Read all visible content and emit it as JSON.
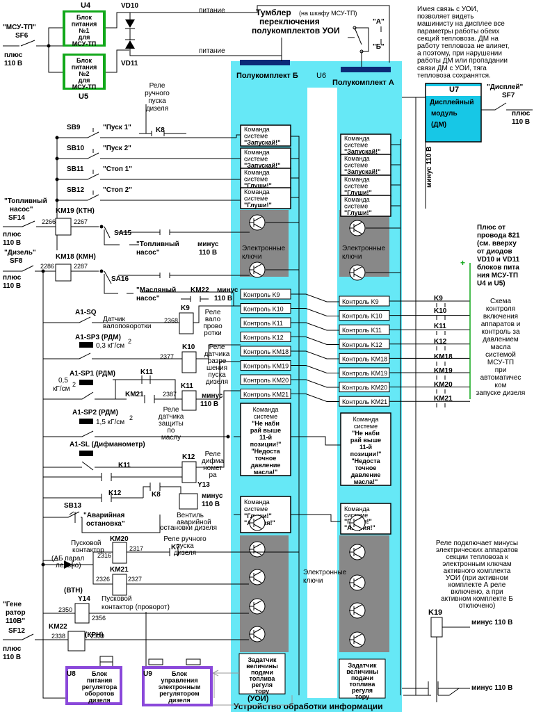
{
  "colors": {
    "cyan": "#66e8f6",
    "green": "#11a81a",
    "gray": "#888888",
    "navy": "#0b2a78",
    "purple": "#8a48da",
    "ldm": "#17c7e6"
  },
  "power": {
    "u4": "U4",
    "u5": "U5",
    "u6": "U6",
    "u7": "U7",
    "u8": "U8",
    "u9": "U9",
    "vd10": "VD10",
    "vd11": "VD11",
    "psu1": [
      "Блок",
      "питания",
      "№1",
      "для",
      "МСУ-ТП"
    ],
    "psu2": [
      "Блок",
      "питания",
      "№2",
      "для",
      "МСУ-ТП"
    ],
    "msu_switch": "\"МСУ-ТП\"",
    "sf6": "SF6",
    "plus110": [
      "плюс",
      "110 В"
    ],
    "pitanie": "питание"
  },
  "toggle": {
    "title": "Тумблер",
    "title_note": "(на шкафу МСУ-ТП)",
    "title2": [
      "переключения",
      "полукомплектов УОИ"
    ],
    "a": "\"А\"",
    "b": "\"Б\""
  },
  "note_top": [
    "Имея связь с УОИ,",
    "позволяет видеть",
    "машинисту на дисплее все",
    "параметры работы обеих",
    "секций тепловоза. ДМ на",
    "работу тепловоза не влияет,",
    "а поэтому, при нарушении",
    "работы ДМ или пропадании",
    "связи ДМ с УОИ, тяга",
    "тепловоза сохранятся."
  ],
  "halfset": {
    "b": "Полукомплект Б",
    "a": "Полукомплект А"
  },
  "display": {
    "lines": [
      "Дисплейный",
      "модуль",
      "(ДМ)"
    ],
    "switch": "\"Дисплей\"",
    "sf7": "SF7",
    "plus": [
      "плюс",
      "110 В"
    ],
    "minus_v": "минус 110 В"
  },
  "relay_k8": {
    "lines": [
      "Реле",
      "ручного",
      "пуска",
      "дизеля"
    ],
    "k8": "K8"
  },
  "buttons": [
    {
      "id": "SB9",
      "label": "\"Пуск 1\""
    },
    {
      "id": "SB10",
      "label": "\"Пуск 2\""
    },
    {
      "id": "SB11",
      "label": "\"Стоп 1\""
    },
    {
      "id": "SB12",
      "label": "\"Стоп 2\""
    }
  ],
  "commands": {
    "start": [
      "Команда",
      "системе",
      "\"Запускай!\""
    ],
    "stop": [
      "Команда",
      "системе",
      "\"Глуши!\""
    ],
    "oil": [
      "Команда",
      "системе",
      "\"Не наби",
      "рай выше",
      "11-й",
      "позиции!\"",
      "\"Недоста",
      "точное",
      "давление",
      "масла!\""
    ],
    "emergency": [
      "Команда",
      "системе",
      "\"Глуши!\"",
      "\"Авария!\""
    ]
  },
  "fuel_pump": {
    "title": [
      "\"Топливный",
      "насос\""
    ],
    "sf14": "SF14",
    "plus": [
      "плюс",
      "110 В"
    ],
    "km19": "KM19 (КТН)",
    "w2266": "2266",
    "w2267": "2267",
    "sa15": "SA15",
    "label": [
      "\"Топливный",
      "насос\""
    ],
    "minus": [
      "минус",
      "110 В"
    ]
  },
  "diesel": {
    "title": "\"Дизель\"",
    "sf8": "SF8",
    "plus": [
      "плюс",
      "110 В"
    ],
    "km18": "KM18 (КМН)",
    "w2286": "2286",
    "w2287": "2287",
    "sa16": "SA16",
    "label": [
      "\"Масляный",
      "насос\""
    ],
    "km22": "KM22",
    "minus": [
      "минус",
      "110 В"
    ]
  },
  "electronic_keys": "Электронные\nключи",
  "controls_b": [
    "Контроль  K9",
    "Контроль  K10",
    "Контроль  K11",
    "Контроль  K12",
    "Контроль KM18",
    "Контроль KM19",
    "Контроль KM20",
    "Контроль KM21"
  ],
  "controls_a": [
    "Контроль  K9",
    "Контроль  K10",
    "Контроль  K11",
    "Контроль  K12",
    "Контроль KM18",
    "Контроль KM19",
    "Контроль KM20",
    "Контроль KM21"
  ],
  "plus821": [
    "Плюс от",
    "провода 821",
    "(см. вверху",
    "от диодов",
    "VD10 и VD11",
    "блоков пита",
    "ния МСУ-ТП",
    "U4 и U5)"
  ],
  "plus_sign": "+",
  "right_relays": [
    "K9",
    "K10",
    "K11",
    "K12",
    "KM18",
    "KM19",
    "KM20",
    "KM21"
  ],
  "scheme_note": [
    "Схема",
    "контроля",
    "включения",
    "аппаратов и",
    "контроль за",
    "давлением",
    "масла",
    "системой",
    "МСУ-ТП",
    "при",
    "автоматичес",
    "ком",
    "запуске дизеля"
  ],
  "sensors": {
    "a1sq": "A1-SQ",
    "a1sq_label": [
      "Датчик",
      "валоповоротки"
    ],
    "w2368": "2368",
    "k9": "K9",
    "k9_note": [
      "Реле",
      "вало",
      "прово",
      "ротки"
    ],
    "sp3": "A1-SP3 (РДМ)",
    "sp3_val": "0,3 кГ/см",
    "k10": "K10",
    "w2377": "2377",
    "k10_note": [
      "Реле",
      "датчика",
      "разре",
      "шения",
      "пуска",
      "дизеля"
    ],
    "sp1": "A1-SP1 (РДМ)",
    "sp1_val": [
      "0,5",
      "кГ/см"
    ],
    "k11": "K11",
    "km21": "KM21",
    "w2387": "2387",
    "k11_note": [
      "Реле",
      "датчика",
      "защиты",
      "по",
      "маслу"
    ],
    "minus": [
      "минус",
      "110 В"
    ],
    "sp2": "A1-SP2 (РДМ)",
    "sp2_val": "1,5 кГ/см",
    "sl": "A1-SL (Дифманометр)",
    "k12": "K12",
    "k12_note": [
      "Реле",
      "дифма",
      "номет",
      "ра"
    ],
    "sq2": "2",
    "k8": "K8",
    "y13": "Y13",
    "valve": [
      "Вентиль",
      "аварийной",
      "остановки дизеля"
    ],
    "sb13": "SB13",
    "sb13_label": [
      "\"Аварийная",
      "остановка\""
    ]
  },
  "starter": {
    "contactor": [
      "Пусковой",
      "контактор"
    ],
    "ab": [
      "(АБ  парал",
      "лельно)"
    ],
    "km20": "KM20",
    "w2316": "2316",
    "w2317": "2317",
    "k7_note": [
      "Реле  ручного",
      "пуска",
      "дизеля"
    ],
    "k7": "K7",
    "km21": "KM21",
    "w2326": "2326",
    "w2327": "2327",
    "vtn": "(ВТН)",
    "y14": "Y14",
    "w2350": "2350",
    "w2356": "2356",
    "contactor2": [
      "Пусковой",
      "контактор (проворот)"
    ]
  },
  "generator": {
    "title": [
      "\"Гене",
      "ратор",
      "110В\""
    ],
    "sf12": "SF12",
    "plus": [
      "плюс",
      "110 В"
    ],
    "km22": "KM22",
    "w2338": "2338",
    "w2339": "2339",
    "krn": "(КРН)"
  },
  "k19": {
    "label": "K19",
    "note": [
      "Реле подключает минусы",
      "электрических аппаратов",
      "секции тепловоза к",
      "электронным ключам",
      "активного комплекта",
      "УОИ (при активном",
      "комплекте А реле",
      "включено, а при",
      "активном комплекте Б",
      "отключено)"
    ],
    "minus1": "минус 110 В",
    "minus2": "минус 110 В"
  },
  "setpoint": [
    "Задатчик",
    "величины",
    "подачи",
    "топлива",
    "регуля",
    "тору"
  ],
  "u8": [
    "Блок",
    "питания",
    "регулятора",
    "оборотов",
    "дизеля"
  ],
  "u9": [
    "Блок",
    "управления",
    "электронным",
    "регулятором",
    "дизеля"
  ],
  "uoi": "(УОИ)",
  "uoi_full": "Устройство обработки информации"
}
